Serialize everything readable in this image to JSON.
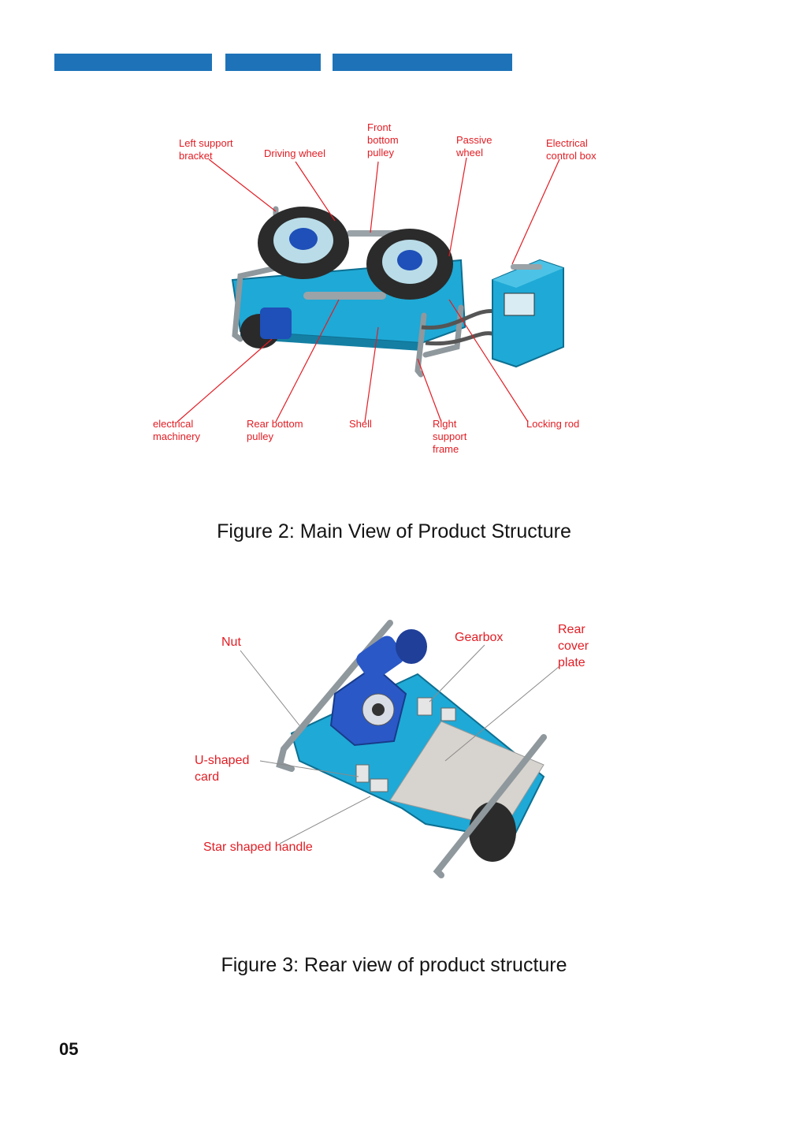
{
  "colors": {
    "header_bar": "#1e73b8",
    "label_red": "#e21d24",
    "body_cyan": "#1fa9d6",
    "tire_dark": "#2b2b2b",
    "rail_gray": "#9aa3a8",
    "motor_blue": "#1f4fb8",
    "plate_gray": "#d7d3ce"
  },
  "figure2": {
    "labels": {
      "left_support_bracket": "Left support\nbracket",
      "driving_wheel": "Driving wheel",
      "front_bottom_pulley": "Front\nbottom\npulley",
      "passive_wheel": "Passive\nwheel",
      "electrical_control_box": "Electrical\ncontrol box",
      "electrical_machinery": "electrical\nmachinery",
      "rear_bottom_pulley": "Rear bottom\npulley",
      "shell": "Shell",
      "right_support_frame": "Right\nsupport\nframe",
      "locking_rod": "Locking rod"
    },
    "caption": "Figure 2: Main View of Product Structure"
  },
  "figure3": {
    "labels": {
      "nut": "Nut",
      "gearbox": "Gearbox",
      "rear_cover_plate": "Rear\ncover\nplate",
      "u_shaped_card": "U-shaped\ncard",
      "star_shaped_handle": "Star shaped handle"
    },
    "caption": "Figure 3: Rear view of product structure"
  },
  "page_number": "05"
}
